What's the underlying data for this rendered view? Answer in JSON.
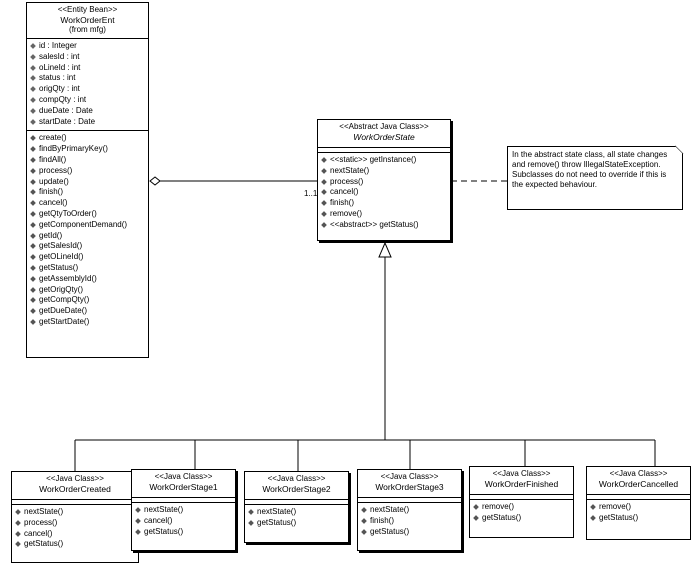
{
  "entity": {
    "stereotype": "<<Entity Bean>>",
    "name": "WorkOrderEnt",
    "origin": "(from mfg)",
    "attributes": [
      "id : Integer",
      "salesId : int",
      "oLineId : int",
      "status : int",
      "origQty : int",
      "compQty : int",
      "dueDate : Date",
      "startDate : Date"
    ],
    "operations": [
      "create()",
      "findByPrimaryKey()",
      "findAll()",
      "process()",
      "update()",
      "finish()",
      "cancel()",
      "getQtyToOrder()",
      "getComponentDemand()",
      "getId()",
      "getSalesId()",
      "getOLineId()",
      "getStatus()",
      "getAssemblyId()",
      "getOrigQty()",
      "getCompQty()",
      "getDueDate()",
      "getStartDate()"
    ]
  },
  "state": {
    "stereotype": "<<Abstract Java Class>>",
    "name": "WorkOrderState",
    "operations": [
      "<<static>> getInstance()",
      "nextState()",
      "process()",
      "cancel()",
      "finish()",
      "remove()",
      "<<abstract>> getStatus()"
    ]
  },
  "note": {
    "text": "In the abstract state class, all state changes and remove() throw IllegalStateException. Subclasses do not need to override if this is the expected behaviour."
  },
  "multiplicity": "1..1",
  "subclasses": [
    {
      "stereotype": "<<Java Class>>",
      "name": "WorkOrderCreated",
      "operations": [
        "nextState()",
        "process()",
        "cancel()",
        "getStatus()"
      ]
    },
    {
      "stereotype": "<<Java Class>>",
      "name": "WorkOrderStage1",
      "operations": [
        "nextState()",
        "cancel()",
        "getStatus()"
      ]
    },
    {
      "stereotype": "<<Java Class>>",
      "name": "WorkOrderStage2",
      "operations": [
        "nextState()",
        "getStatus()"
      ]
    },
    {
      "stereotype": "<<Java Class>>",
      "name": "WorkOrderStage3",
      "operations": [
        "nextState()",
        "finish()",
        "getStatus()"
      ]
    },
    {
      "stereotype": "<<Java Class>>",
      "name": "WorkOrderFinished",
      "operations": [
        "remove()",
        "getStatus()"
      ]
    },
    {
      "stereotype": "<<Java Class>>",
      "name": "WorkOrderCancelled",
      "operations": [
        "remove()",
        "getStatus()"
      ]
    }
  ]
}
